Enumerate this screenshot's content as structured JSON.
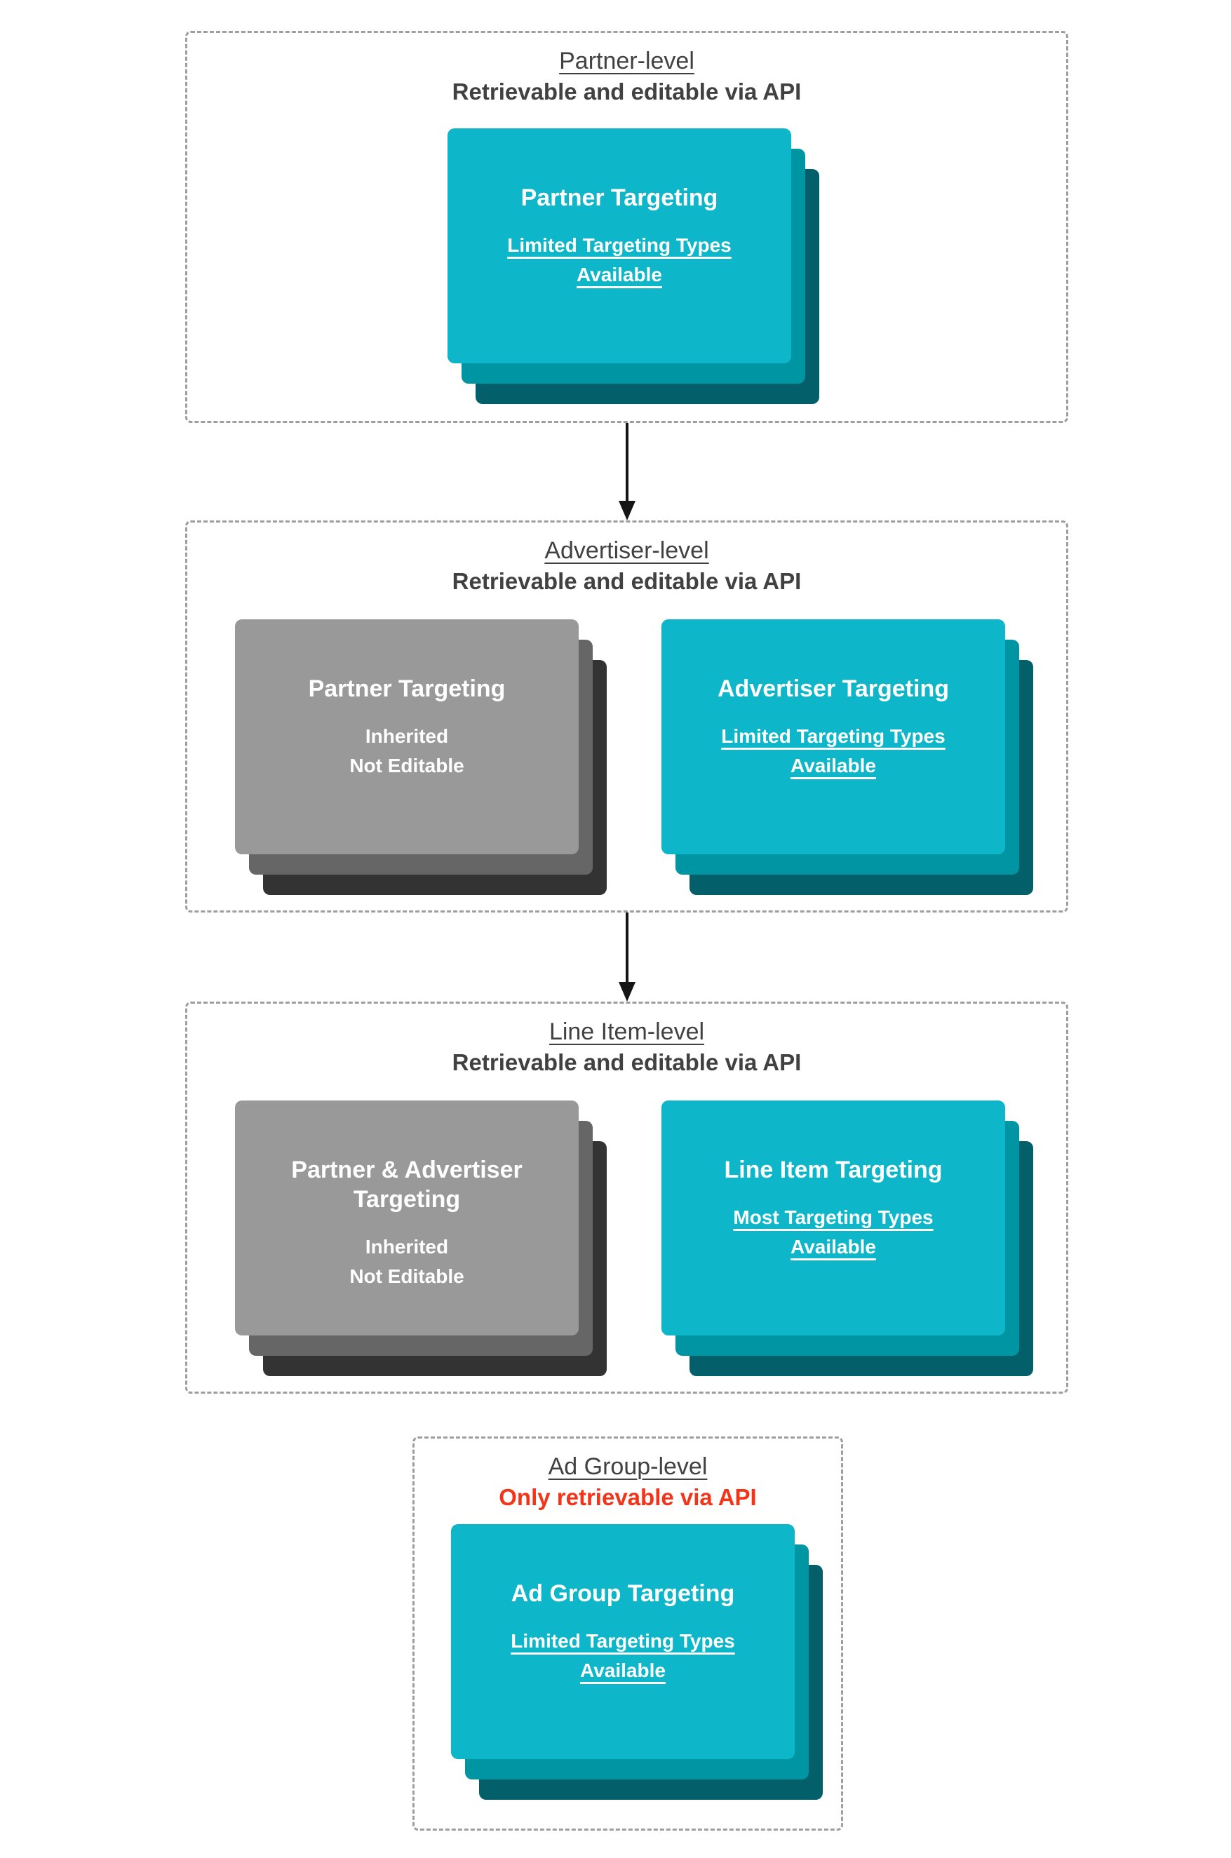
{
  "colors": {
    "teal_card": "#0db6c9",
    "teal_layer_mid": "#0095a3",
    "teal_layer_back": "#03606a",
    "gray_card": "#999999",
    "gray_layer_mid": "#666666",
    "gray_layer_back": "#333333",
    "heading_text": "#414141",
    "red_subtitle_text": "#f43418",
    "card_text": "#ffffff",
    "dashed_border": "#9e9e9e",
    "arrow": "#151515"
  },
  "sections": [
    {
      "title": "Partner-level",
      "subtitle": "Retrievable and editable via API",
      "cards": [
        {
          "style": "teal",
          "title": "Partner Targeting",
          "lines": [
            "Limited Targeting Types",
            "Available"
          ],
          "underlined": true
        }
      ]
    },
    {
      "title": "Advertiser-level",
      "subtitle": "Retrievable and editable via API",
      "cards": [
        {
          "style": "gray",
          "title": "Partner Targeting",
          "lines": [
            "Inherited",
            "Not Editable"
          ],
          "underlined": false
        },
        {
          "style": "teal",
          "title": "Advertiser Targeting",
          "lines": [
            "Limited Targeting Types",
            "Available"
          ],
          "underlined": true
        }
      ]
    },
    {
      "title": "Line Item-level",
      "subtitle": "Retrievable and editable via API",
      "cards": [
        {
          "style": "gray",
          "title": "Partner & Advertiser Targeting",
          "lines": [
            "Inherited",
            "Not Editable"
          ],
          "underlined": false
        },
        {
          "style": "teal",
          "title": "Line Item Targeting",
          "lines": [
            "Most Targeting Types",
            "Available"
          ],
          "underlined": true
        }
      ]
    },
    {
      "title": "Ad Group-level",
      "subtitle": "Only retrievable via API",
      "subtitle_style": "red",
      "cards": [
        {
          "style": "teal",
          "title": "Ad Group Targeting",
          "lines": [
            "Limited Targeting Types",
            "Available"
          ],
          "underlined": true
        }
      ]
    }
  ],
  "arrows": [
    {
      "icon": "arrow-down-icon",
      "from": "Partner-level",
      "to": "Advertiser-level"
    },
    {
      "icon": "arrow-down-icon",
      "from": "Advertiser-level",
      "to": "Line Item-level"
    }
  ]
}
